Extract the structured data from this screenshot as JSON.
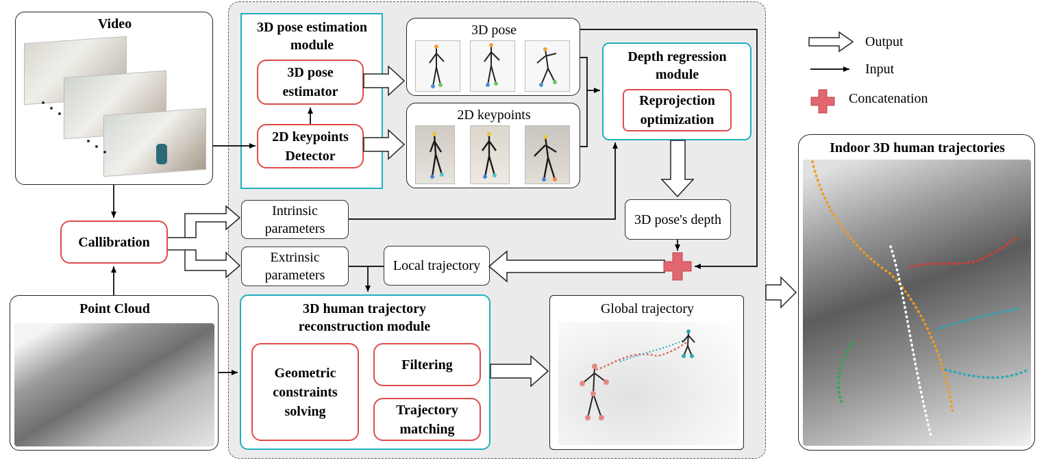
{
  "video": {
    "title": "Video"
  },
  "pose_module": {
    "title": "3D pose estimation module",
    "estimator": "3D pose estimator",
    "detector": "2D keypoints Detector"
  },
  "pose3d": {
    "title": "3D pose"
  },
  "keypoints2d": {
    "title": "2D keypoints"
  },
  "depth_module": {
    "title": "Depth regression module",
    "reprojection": "Reprojection optimization"
  },
  "legend": {
    "output": "Output",
    "input": "Input",
    "concat": "Concatenation"
  },
  "calibration": {
    "label": "Callibration"
  },
  "intrinsic": {
    "label": "Intrinsic parameters"
  },
  "extrinsic": {
    "label": "Extrinsic parameters"
  },
  "local_traj": {
    "label": "Local trajectory"
  },
  "depth_out": {
    "label": "3D pose's depth"
  },
  "point_cloud": {
    "title": "Point Cloud"
  },
  "recon_module": {
    "title": "3D human trajectory reconstruction module",
    "geometric": "Geometric constraints solving",
    "filtering": "Filtering",
    "matching": "Trajectory matching"
  },
  "global_traj": {
    "title": "Global trajectory"
  },
  "indoor": {
    "title": "Indoor 3D human trajectories"
  },
  "colors": {
    "red_border": "#e04a4a",
    "teal_border": "#1fb0bf",
    "dashed_bg": "#ebebeb",
    "concat_fill": "#e06670"
  }
}
